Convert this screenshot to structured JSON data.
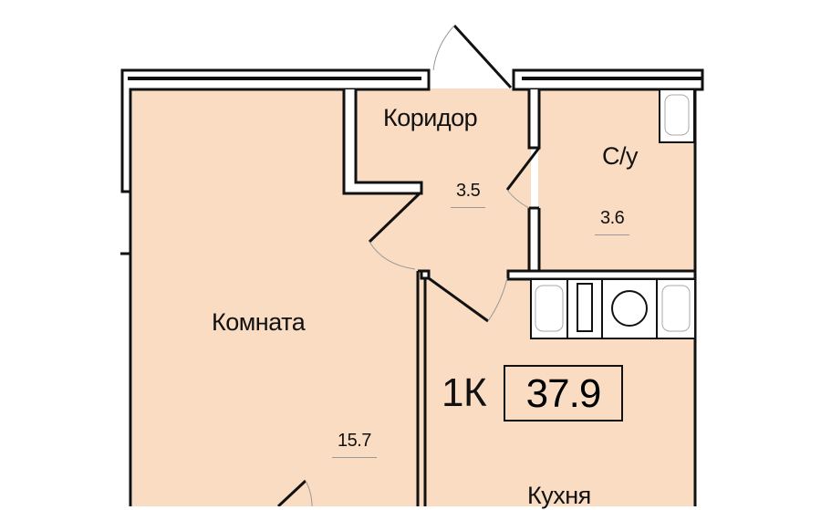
{
  "plan": {
    "rooms": [
      {
        "name": "Коридор",
        "area": "3.5"
      },
      {
        "name": "С/у",
        "area": "3.6"
      },
      {
        "name": "Комната",
        "area": "15.7"
      },
      {
        "name": "Кухня"
      }
    ],
    "apartment_type": "1К",
    "total_area": "37.9",
    "colors": {
      "floor": "#f9dcc2",
      "wall": "#111111",
      "background": "#ffffff"
    }
  }
}
